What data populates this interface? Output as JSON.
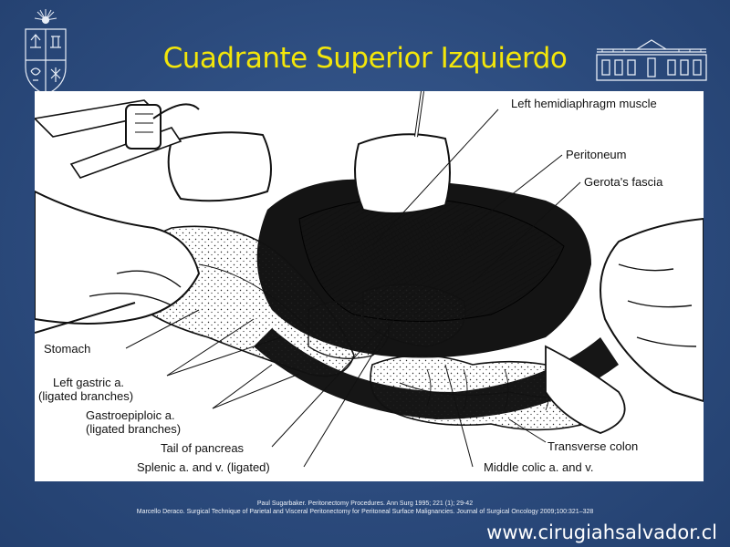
{
  "slide": {
    "title": "Cuadrante Superior Izquierdo",
    "citations": [
      "Paul Sugarbaker. Peritonectomy Procedures. Ann Surg 1995; 221 (1); 29-42",
      "Marcello Deraco. Surgical Technique of Parietal and Visceral Peritonectomy for Peritoneal Surface Malignancies. Journal of Surgical Oncology 2009;100:321–328"
    ],
    "website": "www.cirugiahsalvador.cl"
  },
  "colors": {
    "background": "#2d4d80",
    "title": "#f3e60a",
    "figure_bg": "#ffffff",
    "ink": "#111111"
  },
  "icons": [
    "university-crest-icon",
    "hospital-building-icon"
  ],
  "figure": {
    "labels": {
      "left_hemidiaphragm": "Left hemidiaphragm muscle",
      "peritoneum": "Peritoneum",
      "gerotas_fascia": "Gerota's fascia",
      "stomach": "Stomach",
      "left_gastric_1": "Left gastric a.",
      "left_gastric_2": "(ligated branches)",
      "gastroepiploic_1": "Gastroepiploic a.",
      "gastroepiploic_2": "(ligated branches)",
      "tail_of_pancreas": "Tail of pancreas",
      "splenic": "Splenic a. and v. (ligated)",
      "transverse_colon": "Transverse colon",
      "middle_colic": "Middle colic a. and v."
    }
  }
}
